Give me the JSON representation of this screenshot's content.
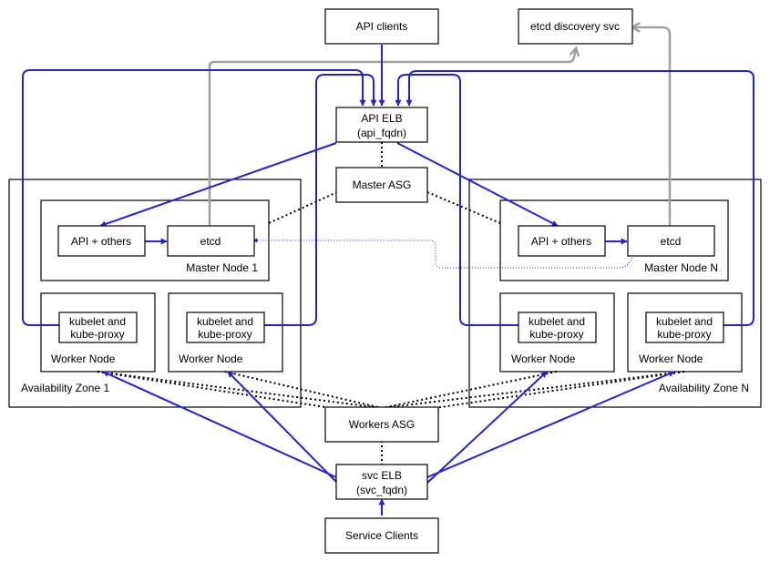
{
  "nodes": {
    "api_clients": "API clients",
    "etcd_discovery": "etcd discovery svc",
    "api_elb": {
      "line1": "API ELB",
      "line2": "(api_fqdn)"
    },
    "master_asg": "Master ASG",
    "workers_asg": "Workers ASG",
    "svc_elb": {
      "line1": "svc ELB",
      "line2": "(svc_fqdn)"
    },
    "service_clients": "Service Clients"
  },
  "zones": [
    {
      "label": "Availability Zone 1",
      "master": {
        "label": "Master Node 1",
        "api": "API + others",
        "etcd": "etcd"
      },
      "workers": [
        {
          "label": "Worker Node",
          "kubelet": {
            "line1": "kubelet and",
            "line2": "kube-proxy"
          }
        },
        {
          "label": "Worker Node",
          "kubelet": {
            "line1": "kubelet and",
            "line2": "kube-proxy"
          }
        }
      ]
    },
    {
      "label": "Availability Zone N",
      "master": {
        "label": "Master Node N",
        "api": "API + others",
        "etcd": "etcd"
      },
      "workers": [
        {
          "label": "Worker Node",
          "kubelet": {
            "line1": "kubelet and",
            "line2": "kube-proxy"
          }
        },
        {
          "label": "Worker Node",
          "kubelet": {
            "line1": "kubelet and",
            "line2": "kube-proxy"
          }
        }
      ]
    }
  ],
  "colors": {
    "blue_link": "#2222dd",
    "gray_link": "#a0a0a0",
    "asg_link": "#000000"
  }
}
